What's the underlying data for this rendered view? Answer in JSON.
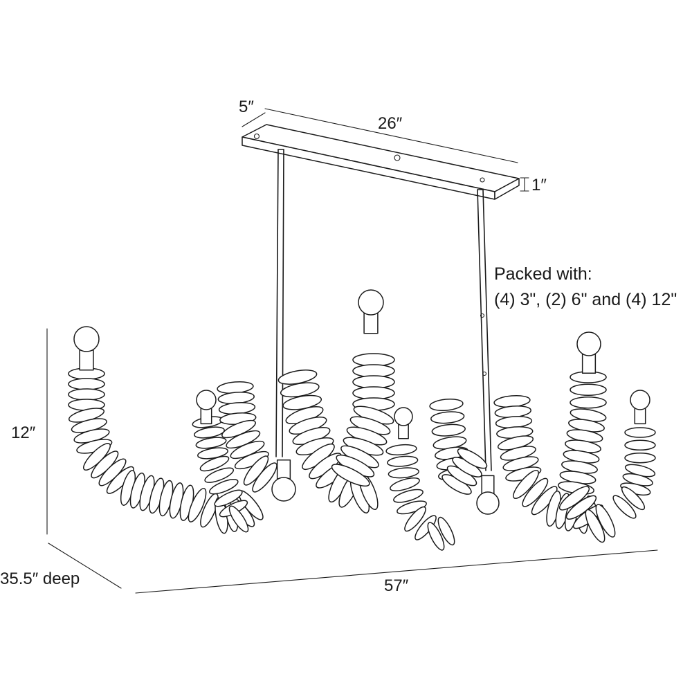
{
  "dimensions": {
    "canopy_depth": "5″",
    "canopy_width": "26″",
    "canopy_height": "1″",
    "fixture_height": "12″",
    "fixture_depth": "35.5″ deep",
    "fixture_width": "57″"
  },
  "note": {
    "line1": "Packed with:",
    "line2": "(4) 3\", (2) 6\" and (4) 12\""
  }
}
